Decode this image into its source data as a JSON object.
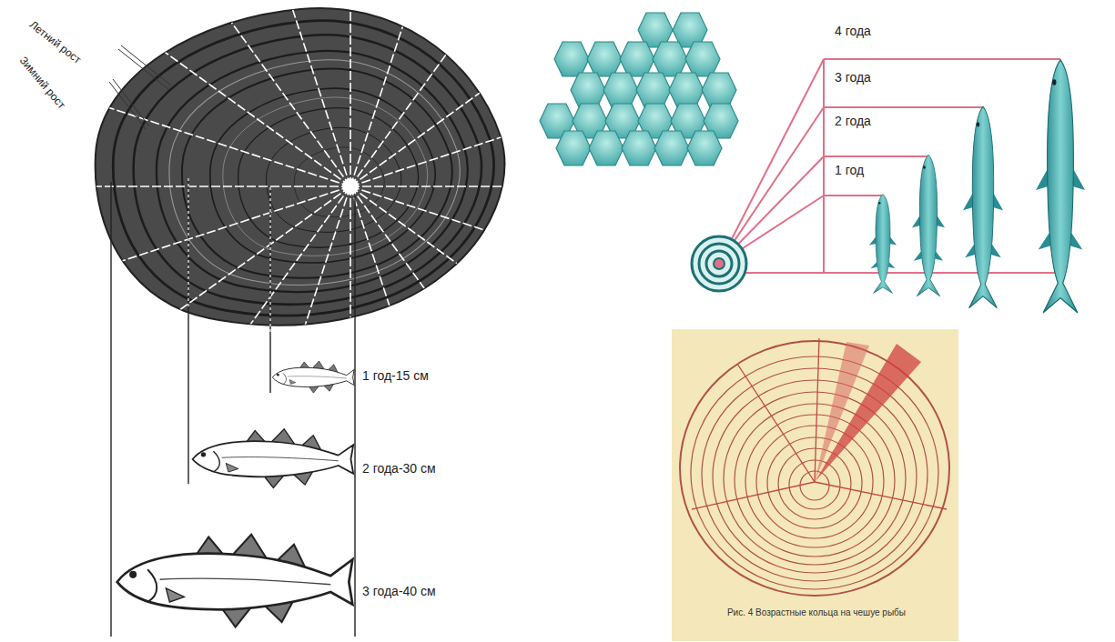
{
  "diagram": {
    "caption": "Рис. 4 Возрастные кольца на чешуе рыбы",
    "labels": [
      "Летний рост",
      "Зимний рост",
      "1 год-15 см",
      "2 года-30 см",
      "3 года-40 см",
      "4 года",
      "3 года",
      "2 года",
      "1 год"
    ]
  }
}
